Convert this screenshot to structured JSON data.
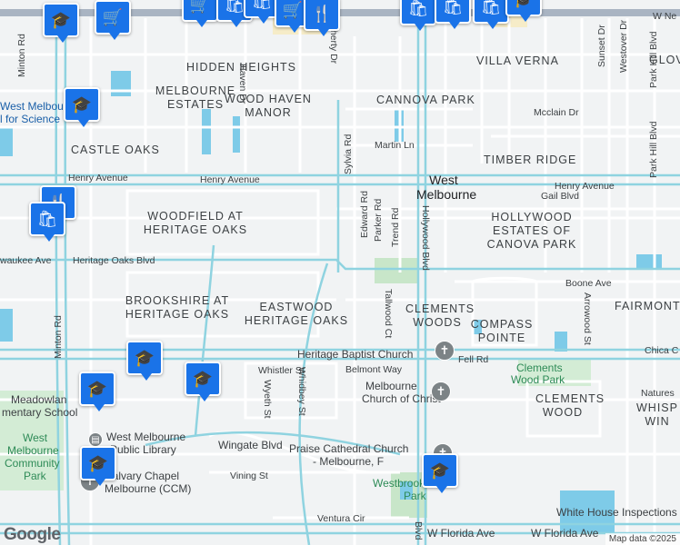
{
  "neighborhoods": [
    "HIDDEN HEIGHTS",
    "MELBOURNE ESTATES",
    "WOOD HAVEN MANOR",
    "CASTLE OAKS",
    "CANNOVA PARK",
    "VILLA VERNA",
    "TIMBER RIDGE",
    "WOODFIELD AT HERITAGE OAKS",
    "HOLLYWOOD ESTATES OF CANOVA PARK",
    "BROOKSHIRE AT HERITAGE OAKS",
    "EASTWOOD HERITAGE OAKS",
    "CLEMENTS WOODS",
    "COMPASS POINTE",
    "FAIRMONT",
    "CLEMENTS WOOD",
    "WHISP WIN",
    "GLOV"
  ],
  "city": "West Melbourne",
  "roads": {
    "henry_left": "Henry Avenue",
    "henry_mid": "Henry Avenue",
    "henry_right": "Henry Avenue",
    "heritage_oaks": "Heritage Oaks Blvd",
    "milwaukee": "waukee Ave",
    "minton_top": "Minton Rd",
    "minton_bottom": "Minton Rd",
    "haven": "Haven Dr",
    "doherty": "oherty Dr",
    "sylvia": "Sylvia Rd",
    "martin": "Martin Ln",
    "mcclain": "Mcclain Dr",
    "sunset": "Sunset Dr",
    "westover": "Westover Dr",
    "park_hill_top": "Park Hill Blvd",
    "park_hill_mid": "Park Hill Blvd",
    "gail": "Gail Blvd",
    "edward": "Edward Rd",
    "parker": "Parker Rd",
    "trend": "Trend Rd",
    "hollywood": "Hollywood Blvd",
    "hollywood_bottom": "Blvd",
    "boone": "Boone Ave",
    "arrowood": "Arrowood St",
    "chica": "Chica C",
    "tallwood": "Tallwood Ct",
    "fell": "Fell Rd",
    "whistler": "Whistler St",
    "belmont": "Belmont Way",
    "wyeth": "Wyeth St",
    "whidbey": "Whidbey St",
    "wingate": "Wingate Blvd",
    "vining": "Vining St",
    "ventura": "Ventura Cir",
    "florida_mid": "W Florida Ave",
    "florida_right": "W Florida Ave",
    "nasa": "W Ne",
    "natures": "Natures"
  },
  "pois": {
    "school_top": "West Melbourne",
    "school_bottom": "l for Science",
    "heritage_baptist": "Heritage Baptist Church",
    "clements_park_1": "Clements",
    "clements_park_2": "Wood Park",
    "church_christ_1": "Melbourne",
    "church_christ_2": "Church of Christ",
    "praise_1": "Praise Cathedral Church",
    "praise_2": "- Melbourne, F",
    "westbrook_1": "Westbrook",
    "westbrook_2": "Park",
    "meadowlane_1": "Meadowlan",
    "meadowlane_2": "mentary School",
    "library_1": "West Melbourne",
    "library_2": "Public Library",
    "community_1": "West",
    "community_2": "Melbourne",
    "community_3": "Community",
    "community_4": "Park",
    "calvary_1": "Calvary Chapel",
    "calvary_2": "Melbourne (CCM)",
    "white_house": "White House Inspections"
  },
  "logo": "Google",
  "attribution": "Map data ©2025",
  "pin_icons": [
    "graduation-cap-icon",
    "cart-icon",
    "utensils-icon",
    "shopping-bag-icon",
    "church-icon"
  ],
  "colors": {
    "road": "#ffffff",
    "highway": "#a9b4c2",
    "arterial": "#8fd3e0",
    "water": "#7ecbe8",
    "park": "#c8e6c9",
    "pin": "#1a73e8",
    "land": "#f1f3f4"
  }
}
